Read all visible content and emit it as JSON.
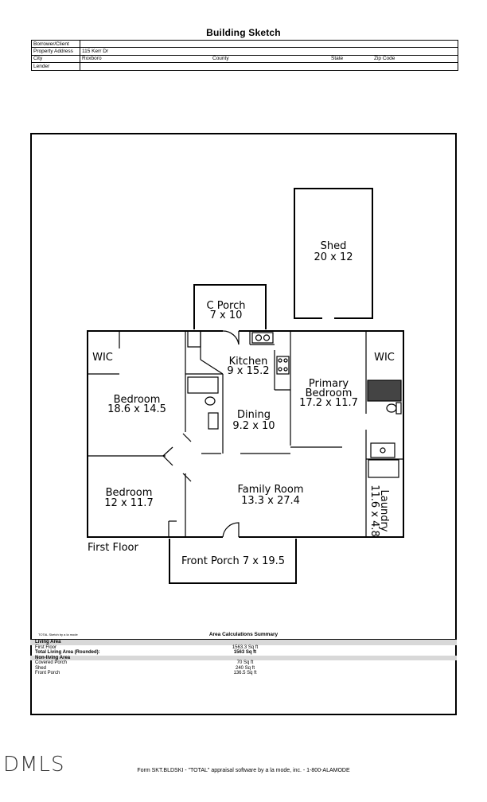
{
  "title": "Building Sketch",
  "header": {
    "borrower_label": "Borrower/Client",
    "borrower_value": "",
    "address_label": "Property Address",
    "address_value": "115 Kerr Dr",
    "city_label": "City",
    "city_value": "Roxboro",
    "county_label": "County",
    "county_value": "",
    "state_label": "State",
    "state_value": "",
    "zip_label": "Zip Code",
    "zip_value": "",
    "lender_label": "Lender",
    "lender_value": ""
  },
  "plan": {
    "shed_name": "Shed",
    "shed_dims": "20 x 12",
    "cporch_name": "C Porch",
    "cporch_dims": "7 x 10",
    "kitchen_name": "Kitchen",
    "kitchen_dims": "9 x 15.2",
    "wic1": "WIC",
    "wic2": "WIC",
    "bed1_name": "Bedroom",
    "bed1_dims": "18.6 x 14.5",
    "dining_name": "Dining",
    "dining_dims": "9.2 x 10",
    "primary_name1": "Primary",
    "primary_name2": "Bedroom",
    "primary_dims": "17.2 x 11.7",
    "bed2_name": "Bedroom",
    "bed2_dims": "12 x 11.7",
    "family_name": "Family Room",
    "family_dims": "13.3 x 27.4",
    "laundry_name": "Laundry",
    "laundry_dims": "11.6 x 4.8",
    "floor_label": "First Floor",
    "fporch_label": "Front Porch 7 x 19.5"
  },
  "area": {
    "credit": "TOTAL Sketch by a la mode",
    "summary_title": "Area Calculations Summary",
    "living_heading": "Living Area",
    "first_floor_label": "First Floor",
    "first_floor_value": "1563.3 Sq ft",
    "total_label": "Total Living Area (Rounded):",
    "total_value": "1563 Sq ft",
    "nonliving_heading": "Non-living Area",
    "covered_label": "Covered Porch",
    "covered_value": "70 Sq ft",
    "shed_label": "Shed",
    "shed_value": "240 Sq ft",
    "front_label": "Front Porch",
    "front_value": "136.5 Sq ft"
  },
  "footer": "Form SKT.BLDSKI - \"TOTAL\" appraisal software by a la mode, inc. - 1-800-ALAMODE",
  "logo": "DMLS"
}
